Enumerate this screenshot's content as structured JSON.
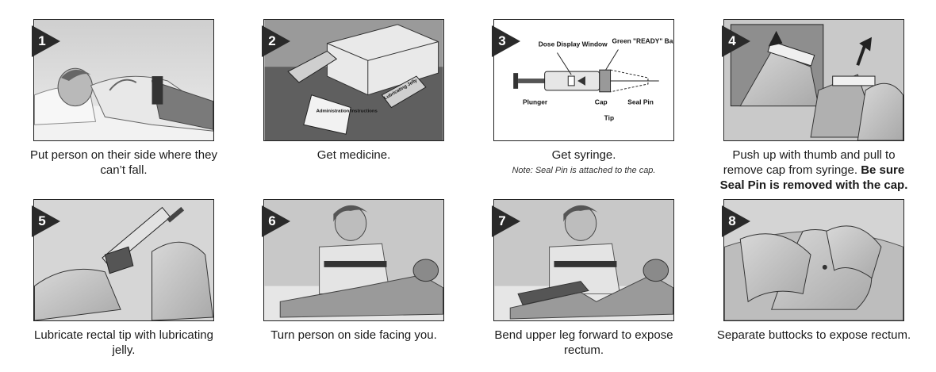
{
  "steps": [
    {
      "number": "1",
      "caption": "Put person on their side where they can’t fall."
    },
    {
      "number": "2",
      "caption": "Get medicine.",
      "package_label": "Administration Instructions",
      "jelly_label": "Lubricating Jelly"
    },
    {
      "number": "3",
      "caption": "Get syringe.",
      "note": "Note: Seal Pin is attached to the cap.",
      "labels": {
        "dose_window": "Dose Display Window",
        "green_band": "Green \"READY\" Band",
        "plunger": "Plunger",
        "cap": "Cap",
        "seal_pin": "Seal Pin",
        "tip": "Tip"
      }
    },
    {
      "number": "4",
      "caption": "Push up with thumb and pull to remove cap from syringe.",
      "caption_bold": "Be sure Seal Pin is removed with the cap."
    },
    {
      "number": "5",
      "caption": "Lubricate rectal tip with lubricating jelly."
    },
    {
      "number": "6",
      "caption": "Turn person on side facing you."
    },
    {
      "number": "7",
      "caption": "Bend upper leg forward to expose rectum."
    },
    {
      "number": "8",
      "caption": "Separate buttocks to expose rectum."
    }
  ]
}
